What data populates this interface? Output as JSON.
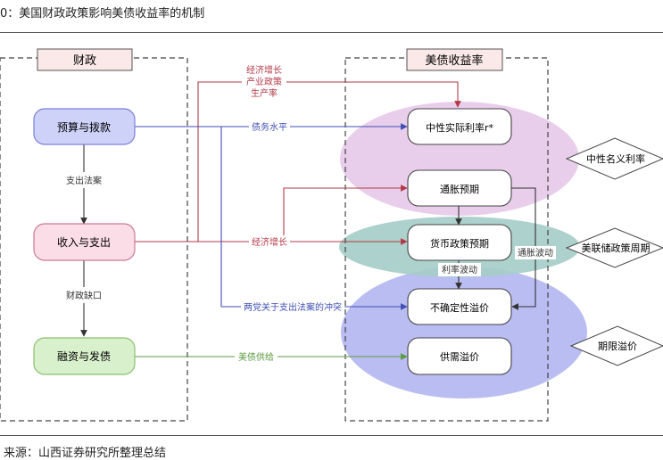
{
  "title": "0：美国财政政策影响美债收益率的机制",
  "source": "来源：山西证券研究所整理总结",
  "groups": {
    "fiscal": "财政",
    "yield": "美债收益率"
  },
  "nodes": {
    "budget": "预算与拨款",
    "revenue": "收入与支出",
    "financing": "融资与发债",
    "neutral_real": "中性实际利率r*",
    "inflation_exp": "通胀预期",
    "monetary_exp": "货币政策预期",
    "uncertainty": "不确定性溢价",
    "supply_demand": "供需溢价"
  },
  "side_labels": {
    "nominal": "中性名义利率",
    "fed_cycle": "美联储政策周期",
    "term": "期限溢价"
  },
  "edge_labels": {
    "spend_bill": "支出法案",
    "deficit": "财政缺口",
    "growth_line1": "经济增长",
    "growth_line2": "产业政策",
    "growth_line3": "生产率",
    "debt_level": "债务水平",
    "econ_growth": "经济增长",
    "partisan": "两党关于支出法案的冲突",
    "treasury_supply": "美债供给",
    "rate_vol": "利率波动",
    "infl_vol": "通胀波动"
  },
  "colors": {
    "budget_fill": "#cfd2f8",
    "budget_stroke": "#7a80d8",
    "revenue_fill": "#fbdde8",
    "revenue_stroke": "#c97a95",
    "financing_fill": "#d8f0cc",
    "financing_stroke": "#8cbf72",
    "ellipse_pink": "#e7c9ea",
    "ellipse_teal": "#a6cdc8",
    "ellipse_blue": "#b2b6f1",
    "red_line": "#b23a48",
    "blue_line": "#3f4fb3",
    "green_line": "#5b9b3f",
    "header_fill": "#fbe8e8"
  }
}
